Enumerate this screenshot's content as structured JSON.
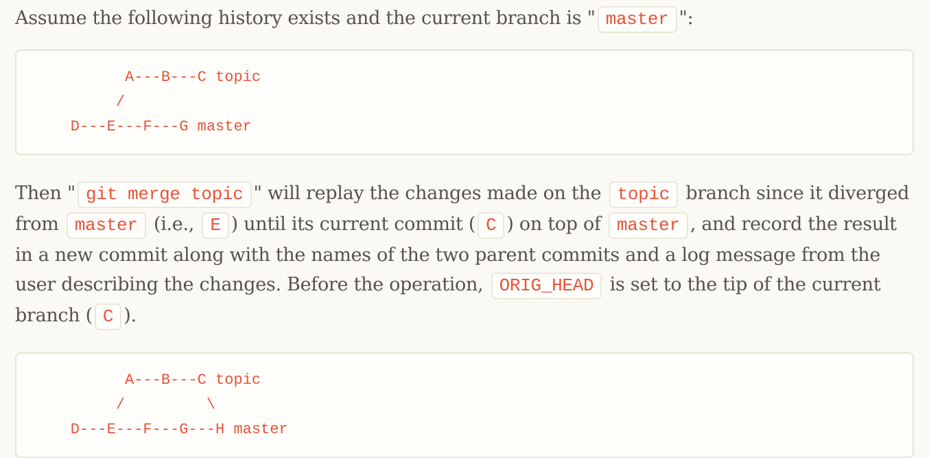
{
  "theme": {
    "page_bg": "#fbf9f3",
    "text_color": "#57514b",
    "code_color": "#e8533a",
    "block_bg": "#fffefb",
    "border_color": "#e7e4d7"
  },
  "paragraph_intro": {
    "segments": [
      {
        "type": "text",
        "value": "Assume the following history exists and the current branch is \""
      },
      {
        "type": "code",
        "value": "master"
      },
      {
        "type": "text",
        "value": "\":"
      }
    ]
  },
  "diagram_before": {
    "lines": [
      "          A---B---C topic",
      "         /",
      "    D---E---F---G master"
    ]
  },
  "paragraph_merge": {
    "segments": [
      {
        "type": "text",
        "value": "Then \""
      },
      {
        "type": "code",
        "value": "git merge topic"
      },
      {
        "type": "text",
        "value": "\" will replay the changes made on the "
      },
      {
        "type": "code",
        "value": "topic"
      },
      {
        "type": "text",
        "value": " branch since it diverged from "
      },
      {
        "type": "code",
        "value": "master"
      },
      {
        "type": "text",
        "value": " (i.e., "
      },
      {
        "type": "code",
        "value": "E"
      },
      {
        "type": "text",
        "value": ") until its current commit ("
      },
      {
        "type": "code",
        "value": "C"
      },
      {
        "type": "text",
        "value": ") on top of "
      },
      {
        "type": "code",
        "value": "master"
      },
      {
        "type": "text",
        "value": ", and record the result in a new commit along with the names of the two parent commits and a log message from the user describing the changes. Before the operation, "
      },
      {
        "type": "code",
        "value": "ORIG_HEAD"
      },
      {
        "type": "text",
        "value": " is set to the tip of the current branch ("
      },
      {
        "type": "code",
        "value": "C"
      },
      {
        "type": "text",
        "value": ")."
      }
    ]
  },
  "diagram_after": {
    "lines": [
      "          A---B---C topic",
      "         /         \\",
      "    D---E---F---G---H master"
    ]
  }
}
